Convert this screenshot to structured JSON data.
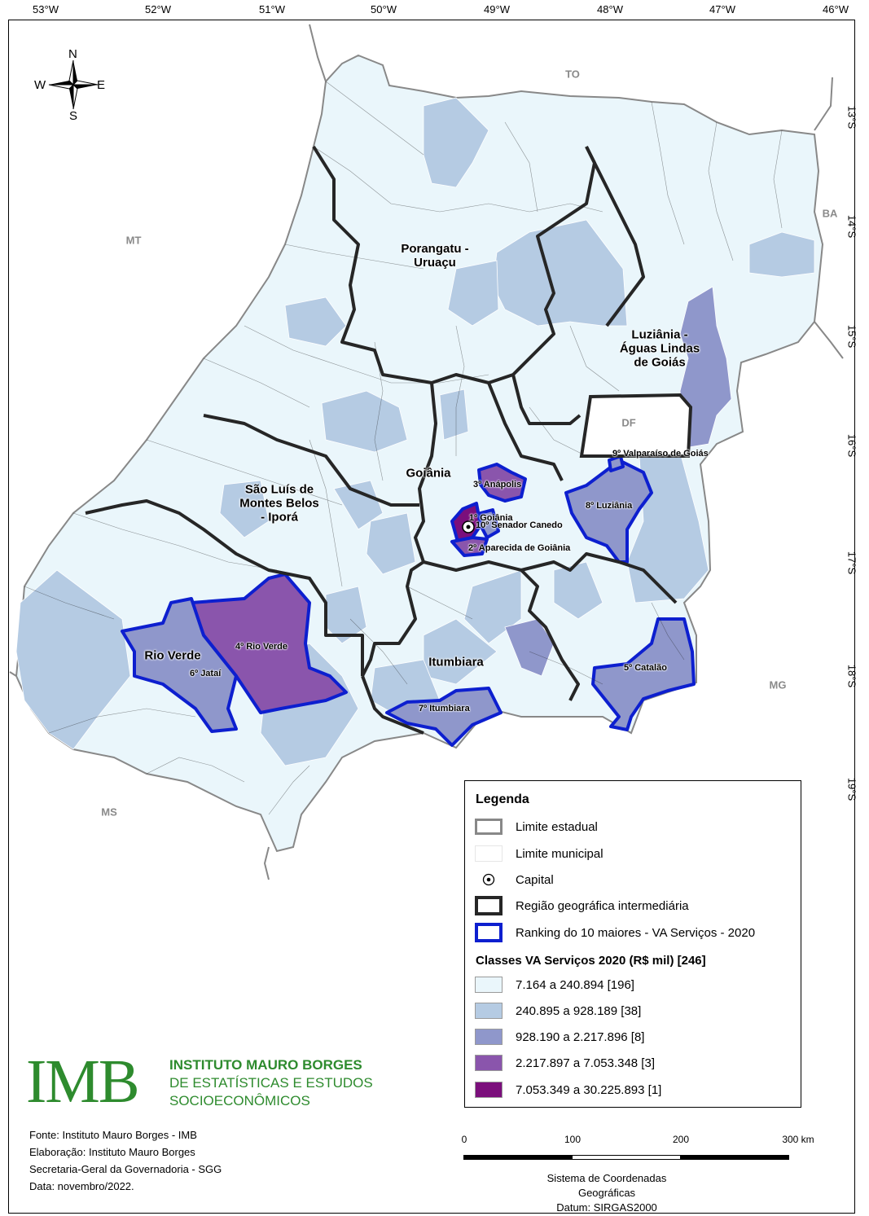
{
  "longitude_ticks": [
    "53°W",
    "52°W",
    "51°W",
    "50°W",
    "49°W",
    "48°W",
    "47°W",
    "46°W"
  ],
  "latitude_ticks": [
    "13°S",
    "14°S",
    "15°S",
    "16°S",
    "17°S",
    "18°S",
    "19°S"
  ],
  "north_arrow": {
    "n": "N",
    "s": "S",
    "e": "E",
    "w": "W"
  },
  "state_labels": {
    "to": "TO",
    "ba": "BA",
    "mt": "MT",
    "ms": "MS",
    "mg": "MG",
    "df": "DF"
  },
  "region_labels": {
    "porangatu": "Porangatu -\nUruaçu",
    "luziania_region": "Luziânia -\nÁguas Lindas\nde Goiás",
    "goiania_region": "Goiânia",
    "sao_luis": "São Luís de\nMontes Belos\n- Iporá",
    "rio_verde_region": "Rio Verde",
    "itumbiara_region": "Itumbiara"
  },
  "ranking_labels": {
    "r1": "1º Goiânia",
    "r2": "2º Aparecida de Goiânia",
    "r3": "3º Anápolis",
    "r4": "4º Rio Verde",
    "r5": "5º Catalão",
    "r6": "6º Jataí",
    "r7": "7º Itumbiara",
    "r8": "8º Luziânia",
    "r9": "9º Valparaíso de Goiás",
    "r10": "10º Senador Canedo"
  },
  "legend": {
    "title": "Legenda",
    "state_limit": "Limite estadual",
    "municipal_limit": "Limite municipal",
    "capital": "Capital",
    "intermediate_region": "Região geográfica intermediária",
    "ranking": "Ranking do 10 maiores - VA Serviços - 2020",
    "classes_title": "Classes VA Serviços 2020 (R$ mil) [246]",
    "classes": [
      {
        "label": "7.164 a 240.894 [196]",
        "color": "#eaf6fb"
      },
      {
        "label": "240.895 a 928.189 [38]",
        "color": "#b5cbe3"
      },
      {
        "label": "928.190 a 2.217.896 [8]",
        "color": "#8f97cb"
      },
      {
        "label": "2.217.897 a 7.053.348 [3]",
        "color": "#8a55ac"
      },
      {
        "label": "7.053.349 a 30.225.893 [1]",
        "color": "#7b0f7c"
      }
    ]
  },
  "logo": {
    "acronym": "IMB",
    "line1": "INSTITUTO MAURO BORGES",
    "line2": "DE ESTATÍSTICAS E ESTUDOS",
    "line3": "SOCIOECONÔMICOS"
  },
  "credits": {
    "source": "Fonte: Instituto Mauro Borges - IMB",
    "made_by": "Elaboração: Instituto Mauro Borges",
    "secretariat": "Secretaria-Geral da Governadoria - SGG",
    "date": "Data: novembro/2022."
  },
  "scale": {
    "s0": "0",
    "s100": "100",
    "s200": "200",
    "s300": "300 km"
  },
  "crs": {
    "line1": "Sistema de Coordenadas Geográficas",
    "line2": "Datum: SIRGAS2000"
  },
  "colors": {
    "state_border": "#888888",
    "region_border": "#262626",
    "ranking_border": "#0d1fcf"
  }
}
